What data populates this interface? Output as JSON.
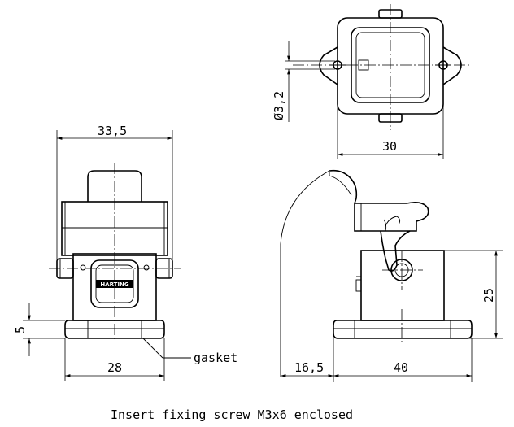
{
  "dimensions": {
    "width_top": "33,5",
    "width_base": "28",
    "base_height": "5",
    "hole_diameter": "Ø3,2",
    "hole_spacing": "30",
    "offset": "16,5",
    "length": "40",
    "height": "25"
  },
  "labels": {
    "gasket": "gasket",
    "brand": "HARTING"
  },
  "note": "Insert fixing screw M3x6 enclosed"
}
